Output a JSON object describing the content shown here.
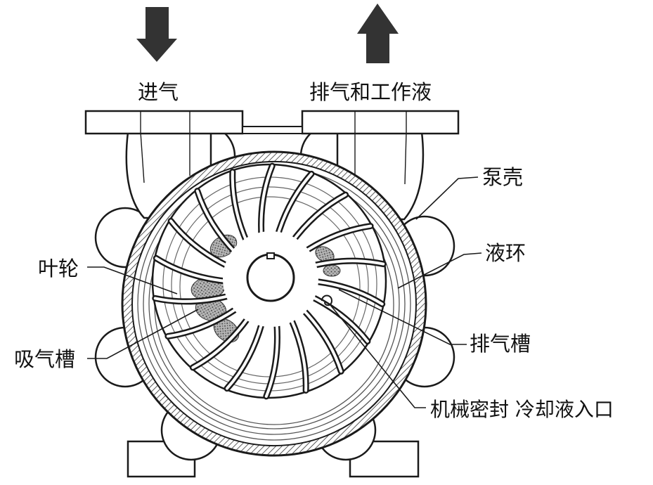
{
  "labels": {
    "intake": "进气",
    "exhaust": "排气和工作液",
    "casing": "泵壳",
    "liquid_ring": "液环",
    "impeller": "叶轮",
    "suction_slot": "吸气槽",
    "exhaust_slot": "排气槽",
    "seal_coolant_inlet": "机械密封 冷却液入口"
  },
  "icons": {
    "intake_arrow": "arrow-down-icon",
    "exhaust_arrow": "arrow-up-icon"
  },
  "colors": {
    "line": "#1a1a1a",
    "pocket": "#8a8a8a"
  }
}
